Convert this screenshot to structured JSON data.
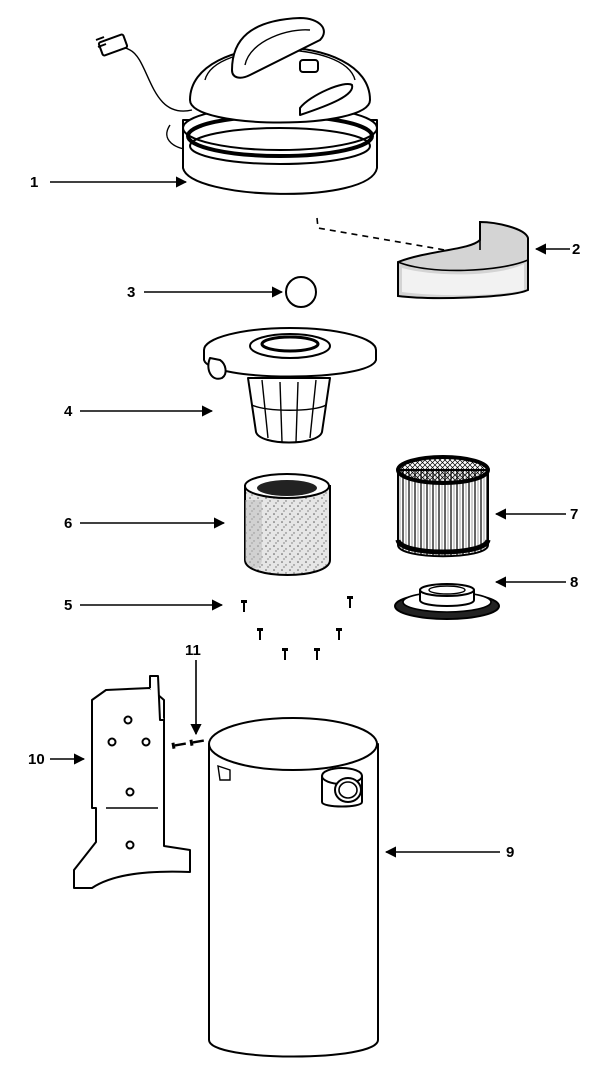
{
  "callouts": [
    {
      "id": "1",
      "part": "powerhead"
    },
    {
      "id": "2",
      "part": "foam-filter-sleeve"
    },
    {
      "id": "3",
      "part": "float-ball"
    },
    {
      "id": "4",
      "part": "float-cage"
    },
    {
      "id": "5",
      "part": "screws"
    },
    {
      "id": "6",
      "part": "foam-filter"
    },
    {
      "id": "7",
      "part": "cartridge-filter"
    },
    {
      "id": "8",
      "part": "filter-retainer"
    },
    {
      "id": "9",
      "part": "collection-tank"
    },
    {
      "id": "10",
      "part": "wall-mount-bracket"
    },
    {
      "id": "11",
      "part": "bracket-screws"
    }
  ],
  "colors": {
    "line": "#000000",
    "fill": "#ffffff",
    "shade": "#cfcfcf"
  }
}
